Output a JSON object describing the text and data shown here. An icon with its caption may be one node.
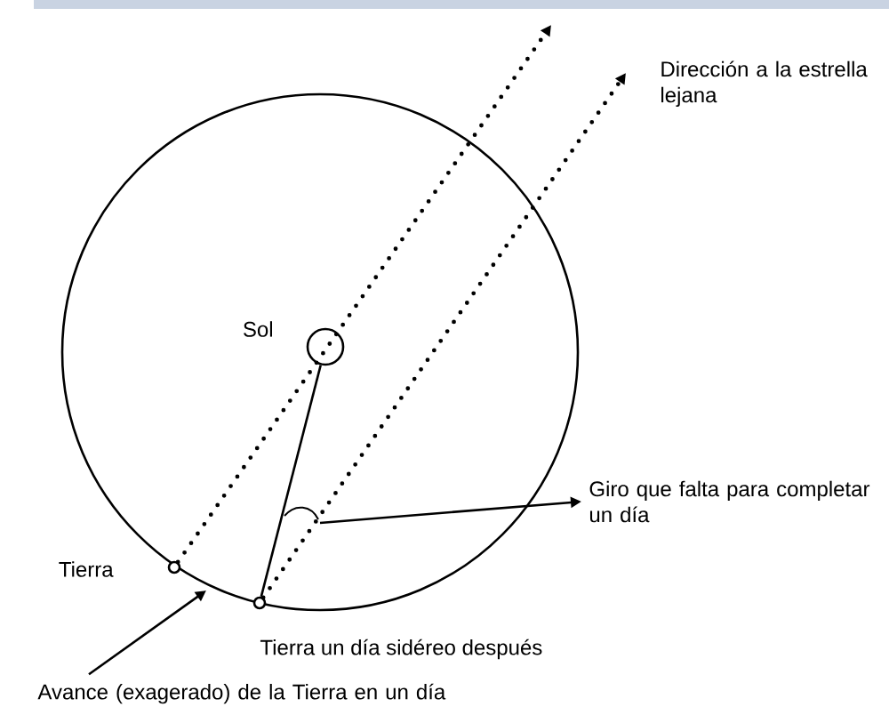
{
  "diagram": {
    "nodes": [
      {
        "text": [],
        "shape": "circle",
        "beside": [
          "Sol"
        ]
      },
      {
        "text": [],
        "shape": "circle",
        "beside": [
          "Tierra"
        ]
      },
      {
        "text": [],
        "shape": "circle",
        "beside": [
          "Tierra un día sidéreo después"
        ]
      },
      {
        "text": [
          "Avance (exagerado) de la Tierra en un día"
        ]
      },
      {
        "text": [
          "Giro que falta para completar un día"
        ]
      }
    ],
    "edges": [
      {
        "from": 1,
        "to": null,
        "arrow": "to",
        "style": "dashed"
      },
      {
        "from": 2,
        "to": null,
        "arrow": "to",
        "style": "dashed"
      },
      {
        "from": 0,
        "to": 2,
        "arrow": "none"
      },
      {
        "from": 3,
        "to": null,
        "arrow": "to"
      },
      {
        "from": null,
        "to": 4,
        "arrow": "to"
      }
    ],
    "labels": [
      "Dirección a la estrella lejana"
    ]
  }
}
